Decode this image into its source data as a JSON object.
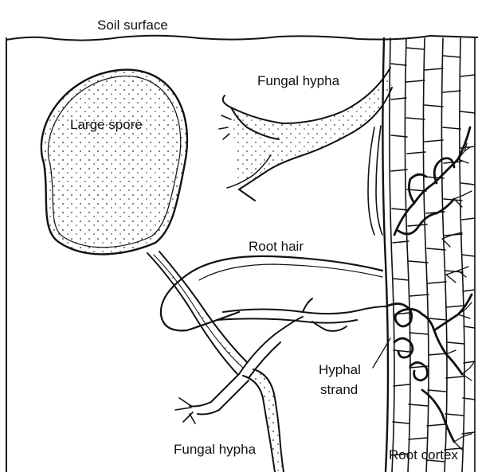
{
  "labels": {
    "soil_surface": "Soil surface",
    "fungal_hypha_top": "Fungal hypha",
    "large_spore": "Large spore",
    "root_hair": "Root hair",
    "hyphal_strand_1": "Hyphal",
    "hyphal_strand_2": "strand",
    "fungal_hypha_bottom": "Fungal hypha",
    "root_cortex": "Root cortex"
  },
  "colors": {
    "ink": "#111111",
    "background": "#ffffff"
  }
}
